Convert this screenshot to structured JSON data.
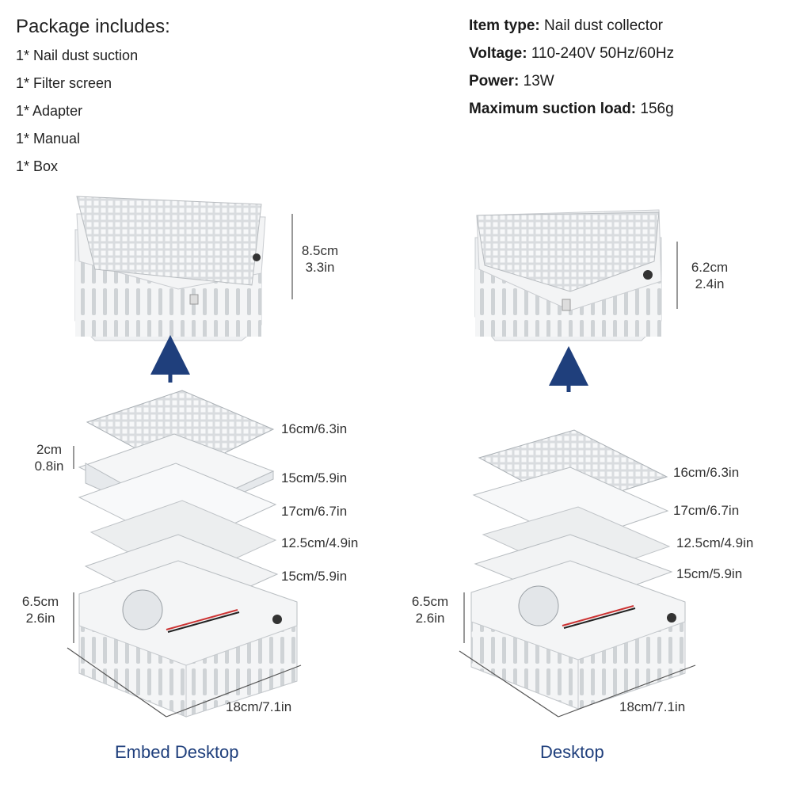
{
  "package": {
    "title": "Package includes:",
    "items": [
      "1* Nail dust suction",
      "1* Filter screen",
      "1* Adapter",
      "1* Manual",
      "1* Box"
    ]
  },
  "specs": [
    {
      "label": "Item type:",
      "value": "Nail dust collector"
    },
    {
      "label": "Voltage:",
      "value": "110-240V 50Hz/60Hz"
    },
    {
      "label": "Power:",
      "value": "13W"
    },
    {
      "label": "Maximum suction load:",
      "value": "156g"
    }
  ],
  "left": {
    "height_assembled": [
      "8.5cm",
      "3.3in"
    ],
    "frame_height": [
      "2cm",
      "0.8in"
    ],
    "layers": [
      "16cm/6.3in",
      "15cm/5.9in",
      "17cm/6.7in",
      "12.5cm/4.9in",
      "15cm/5.9in"
    ],
    "base_height": [
      "6.5cm",
      "2.6in"
    ],
    "width": "18cm/7.1in",
    "caption": "Embed Desktop"
  },
  "right": {
    "height_assembled": [
      "6.2cm",
      "2.4in"
    ],
    "layers": [
      "16cm/6.3in",
      "17cm/6.7in",
      "12.5cm/4.9in",
      "15cm/5.9in"
    ],
    "base_height": [
      "6.5cm",
      "2.6in"
    ],
    "width": "18cm/7.1in",
    "caption": "Desktop"
  },
  "colors": {
    "caption": "#1f3f7c",
    "arrow": "#1f3f7c"
  }
}
